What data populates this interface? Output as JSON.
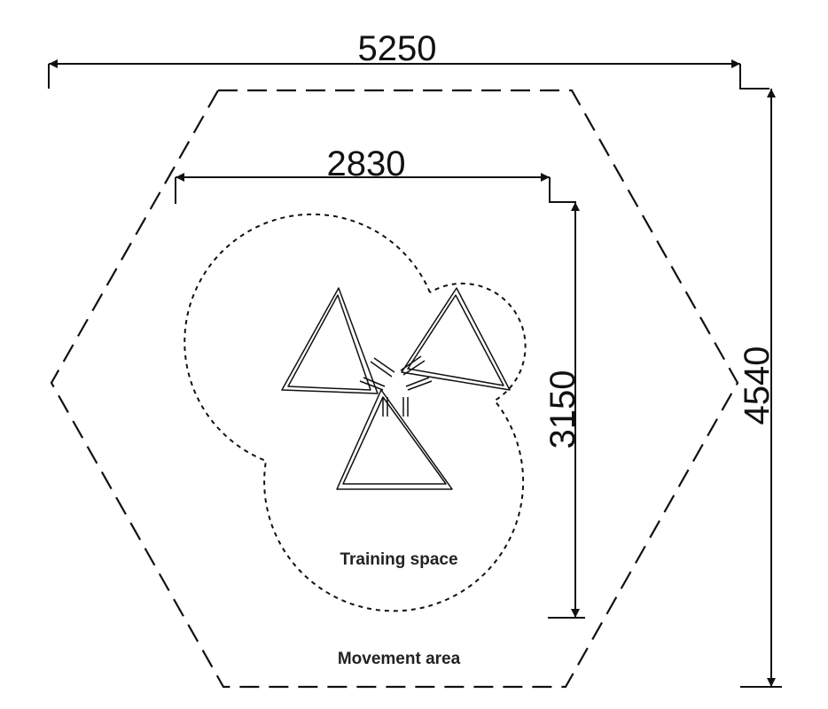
{
  "dimensions": {
    "overall_width": "5250",
    "inner_width": "2830",
    "inner_height": "3150",
    "overall_height": "4540"
  },
  "labels": {
    "training_space": "Training space",
    "movement_area": "Movement area"
  }
}
